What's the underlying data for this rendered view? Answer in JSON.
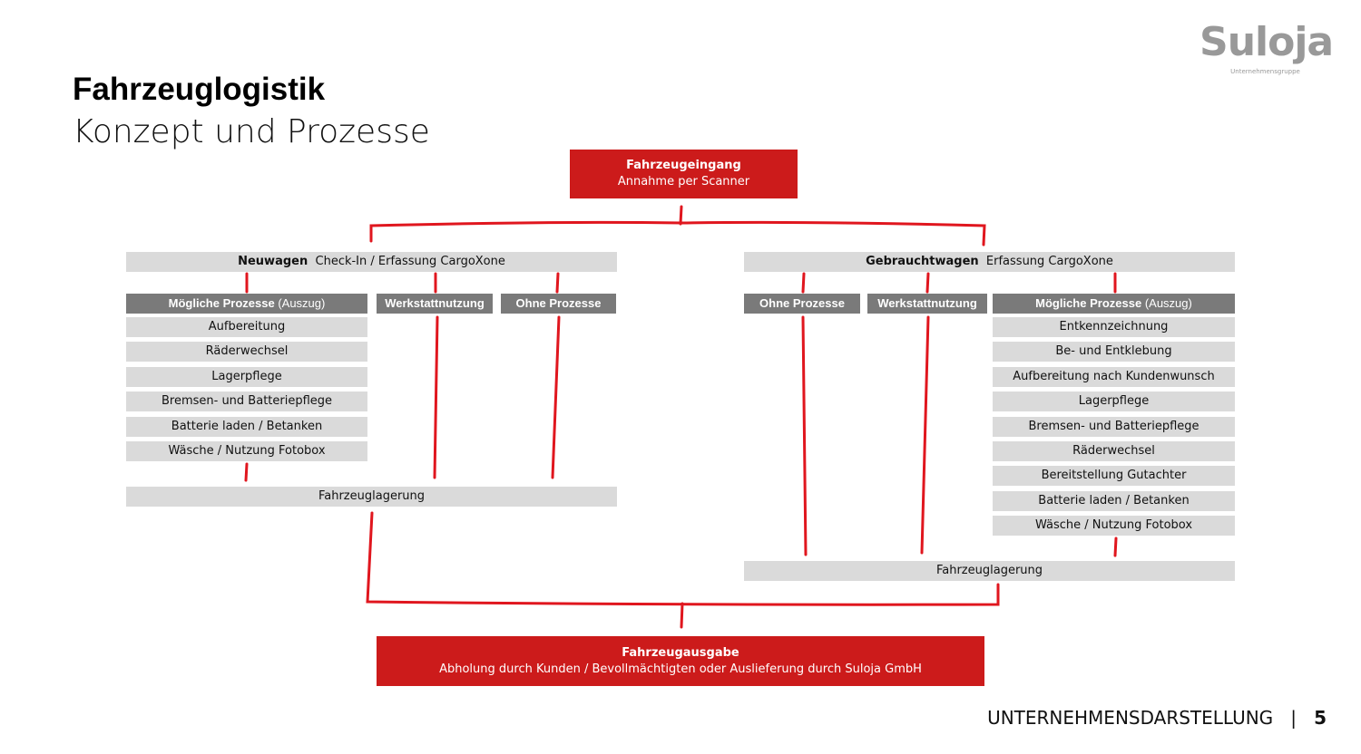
{
  "header": {
    "title": "Fahrzeuglogistik",
    "subtitle": "Konzept und Prozesse"
  },
  "logo": {
    "name": "Suloja",
    "tagline": "Unternehmensgruppe"
  },
  "entry": {
    "title": "Fahrzeugeingang",
    "text": "Annahme per Scanner"
  },
  "new": {
    "title": "Neuwagen",
    "text": "Check-In / Erfassung CargoXone",
    "processes_label": "Mögliche Prozesse",
    "processes_note": "(Auszug)",
    "workshop": "Werkstattnutzung",
    "none": "Ohne Prozesse",
    "items": [
      "Aufbereitung",
      "Räderwechsel",
      "Lagerpflege",
      "Bremsen- und Batteriepflege",
      "Batterie laden / Betanken",
      "Wäsche / Nutzung Fotobox"
    ],
    "storage": "Fahrzeuglagerung"
  },
  "used": {
    "title": "Gebrauchtwagen",
    "text": "Erfassung CargoXone",
    "none": "Ohne Prozesse",
    "workshop": "Werkstattnutzung",
    "processes_label": "Mögliche Prozesse",
    "processes_note": "(Auszug)",
    "items": [
      "Entkennzeichnung",
      "Be- und Entklebung",
      "Aufbereitung nach Kundenwunsch",
      "Lagerpflege",
      "Bremsen- und Batteriepflege",
      "Räderwechsel",
      "Bereitstellung Gutachter",
      "Batterie laden / Betanken",
      "Wäsche / Nutzung Fotobox"
    ],
    "storage": "Fahrzeuglagerung"
  },
  "exit": {
    "title": "Fahrzeugausgabe",
    "text": "Abholung durch Kunden / Bevollmächtigten oder Auslieferung durch Suloja GmbH"
  },
  "footer": {
    "section": "UNTERNEHMENSDARSTELLUNG",
    "separator": "|",
    "page": "5"
  },
  "colors": {
    "accent": "#cc1b1b",
    "header_gray": "#7a7a7a",
    "bar_gray": "#dadada"
  }
}
